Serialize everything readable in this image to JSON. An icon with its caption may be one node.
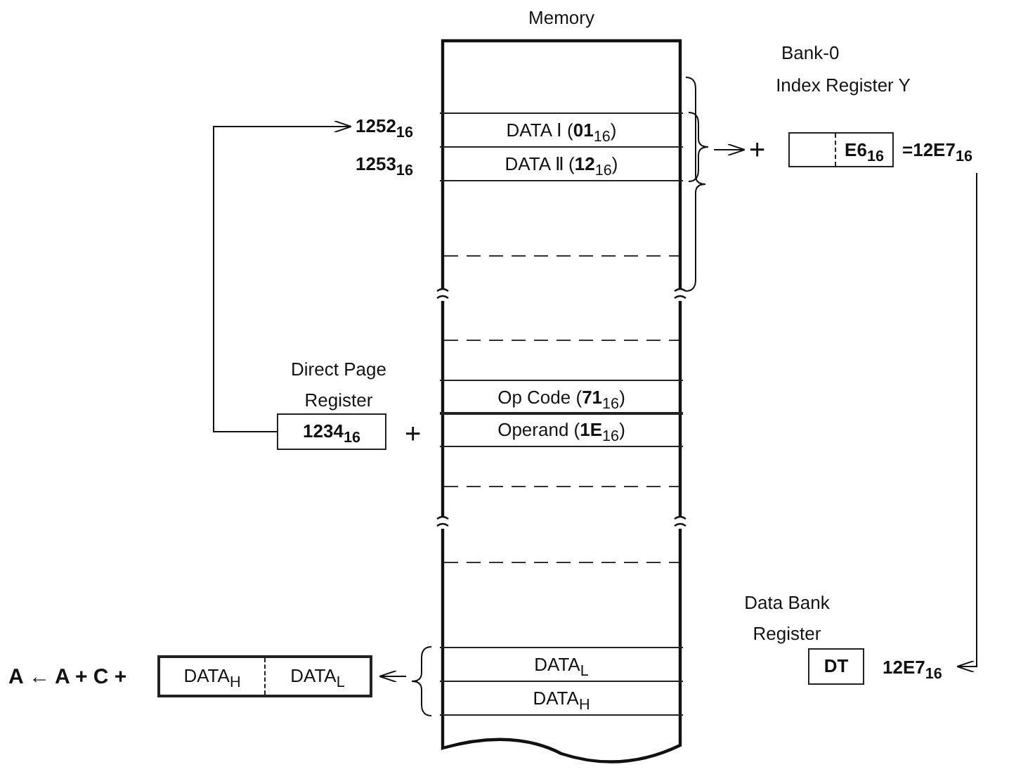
{
  "diagram": {
    "nodes": [
      {
        "text": [
          "Memory"
        ]
      },
      {
        "text": [
          "DATA Ⅰ (**01**$_{16}$)"
        ],
        "in": 0
      },
      {
        "text": [
          "DATA Ⅱ (**12**$_{16}$)"
        ],
        "in": 0
      },
      {
        "text": [
          "Op Code (**71**$_{16}$)"
        ],
        "in": 0
      },
      {
        "text": [
          "Operand (**1E**$_{16}$)"
        ],
        "in": 0
      },
      {
        "text": [
          "DATA$_{L}$"
        ],
        "in": 0
      },
      {
        "text": [
          "DATA$_{H}$"
        ],
        "in": 0
      },
      {
        "text": [
          "Direct Page Register",
          "1234$_{16}$"
        ]
      },
      {
        "text": [
          "Index Register Y",
          "E6$_{16}$"
        ]
      },
      {
        "text": [
          "Data Bank Register",
          "DT"
        ],
        "beside": [
          "12E7$_{16}$"
        ]
      },
      {
        "text": [
          "DATA$_{H}$",
          "DATA$_{L}$"
        ]
      },
      {
        "text": [
          "1252$_{16}$"
        ]
      }
    ],
    "edges": [
      {
        "from": 7,
        "to": 11,
        "arrow": "to"
      },
      {
        "from": 1,
        "to": 8,
        "arrow": "to"
      },
      {
        "from": 2,
        "to": 8,
        "arrow": "to"
      },
      {
        "from": 8,
        "to": 9,
        "arrow": "to"
      },
      {
        "from": 5,
        "to": 10,
        "arrow": "to"
      },
      {
        "from": 6,
        "to": 10,
        "arrow": "to"
      }
    ],
    "labels": [
      "Bank-0",
      "1253$_{16}$",
      "+",
      "=12E7$_{16}$",
      "+",
      "A ← A + C +"
    ]
  }
}
